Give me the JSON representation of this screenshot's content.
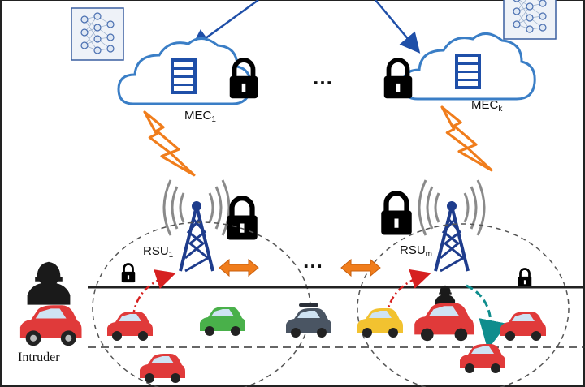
{
  "mec": [
    {
      "label": "MEC",
      "sub": "1"
    },
    {
      "label": "MEC",
      "sub": "k"
    }
  ],
  "rsu": [
    {
      "label": "RSU",
      "sub": "1"
    },
    {
      "label": "RSU",
      "sub": "m"
    }
  ],
  "intruder_label": "Intruder",
  "ellipsis_top": "…",
  "ellipsis_mid": "…",
  "colors": {
    "cloud_stroke": "#3a7ec6",
    "server_blue": "#1f4fa8",
    "lightning": "#f07d1c",
    "tower": "#1e3c8c",
    "arrow_orange": "#f07d1c",
    "arrow_red": "#d62020",
    "arrow_teal": "#0f8d8d",
    "car_red": "#e03a3a",
    "car_green": "#49b04a",
    "car_gray": "#4a5563",
    "car_yellow": "#f2c230"
  },
  "icons": [
    "neural-net-icon",
    "cloud-server-icon",
    "lock-icon",
    "lightning-icon",
    "antenna-tower-icon",
    "car-icon",
    "hacker-icon"
  ]
}
